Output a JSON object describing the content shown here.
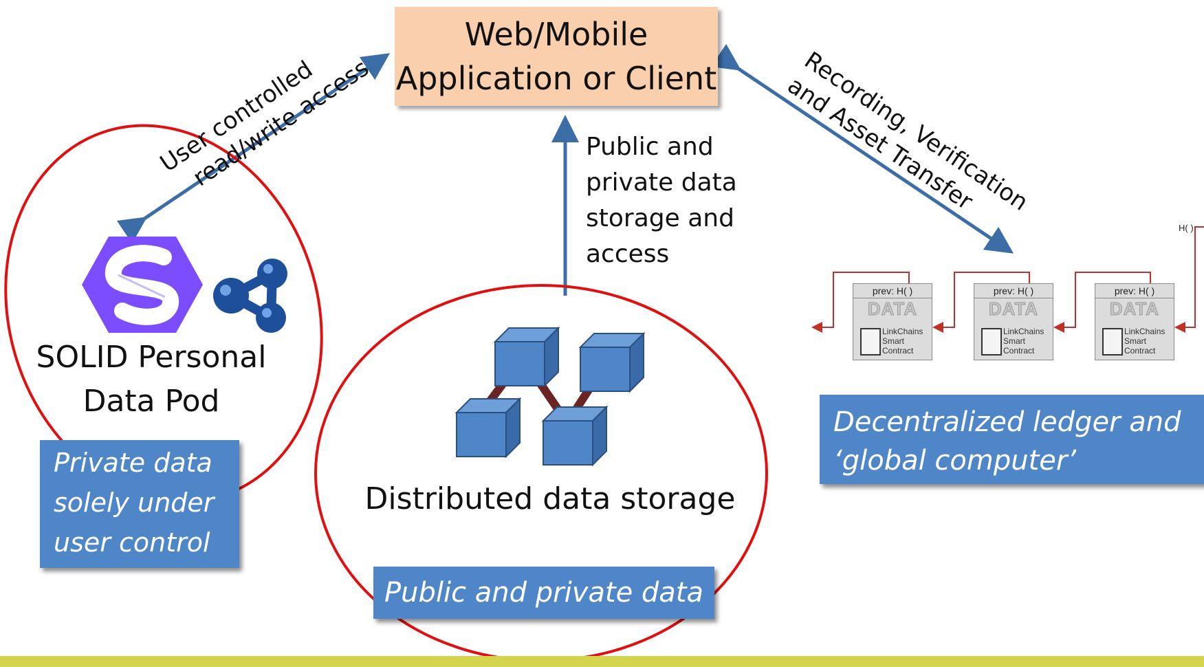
{
  "client": {
    "line1": "Web/Mobile",
    "line2": "Application or Client"
  },
  "left_arrow_label": {
    "line1": "User controlled",
    "line2": "read/write access"
  },
  "right_arrow_label": {
    "line1": "Recording, Verification",
    "line2": "and Asset Transfer"
  },
  "center_arrow_label": {
    "line1": "Public and",
    "line2": "private data",
    "line3": "storage and",
    "line4": "access"
  },
  "pod": {
    "line1": "SOLID Personal",
    "line2": "Data Pod"
  },
  "pod_box": {
    "line1": "Private data",
    "line2": "solely under",
    "line3": "user control"
  },
  "storage": {
    "label": "Distributed data storage"
  },
  "storage_box": {
    "label": "Public and private data"
  },
  "ledger_box": {
    "line1": "Decentralized ledger and",
    "line2": "‘global computer’"
  },
  "blocks": [
    {
      "header": "prev: H(  )",
      "data": "DATA",
      "sc1": "LinkChains",
      "sc2": "Smart",
      "sc3": "Contract"
    },
    {
      "header": "prev: H(  )",
      "data": "DATA",
      "sc1": "LinkChains",
      "sc2": "Smart",
      "sc3": "Contract"
    },
    {
      "header": "prev: H(  )",
      "data": "DATA",
      "sc1": "LinkChains",
      "sc2": "Smart",
      "sc3": "Contract"
    }
  ],
  "edge_hash": "H(  )",
  "colors": {
    "client_bg": "#f9cfae",
    "box_blue": "#4f86c7",
    "arrow": "#3d6da6",
    "circle": "#e01010",
    "chain": "#c0302b",
    "solid_purple": "#7c4dff",
    "green_bar": "#d4d44e"
  },
  "icons": [
    "solid-logo-icon",
    "rdf-network-icon",
    "cube-network-icon",
    "smart-contract-icon"
  ]
}
